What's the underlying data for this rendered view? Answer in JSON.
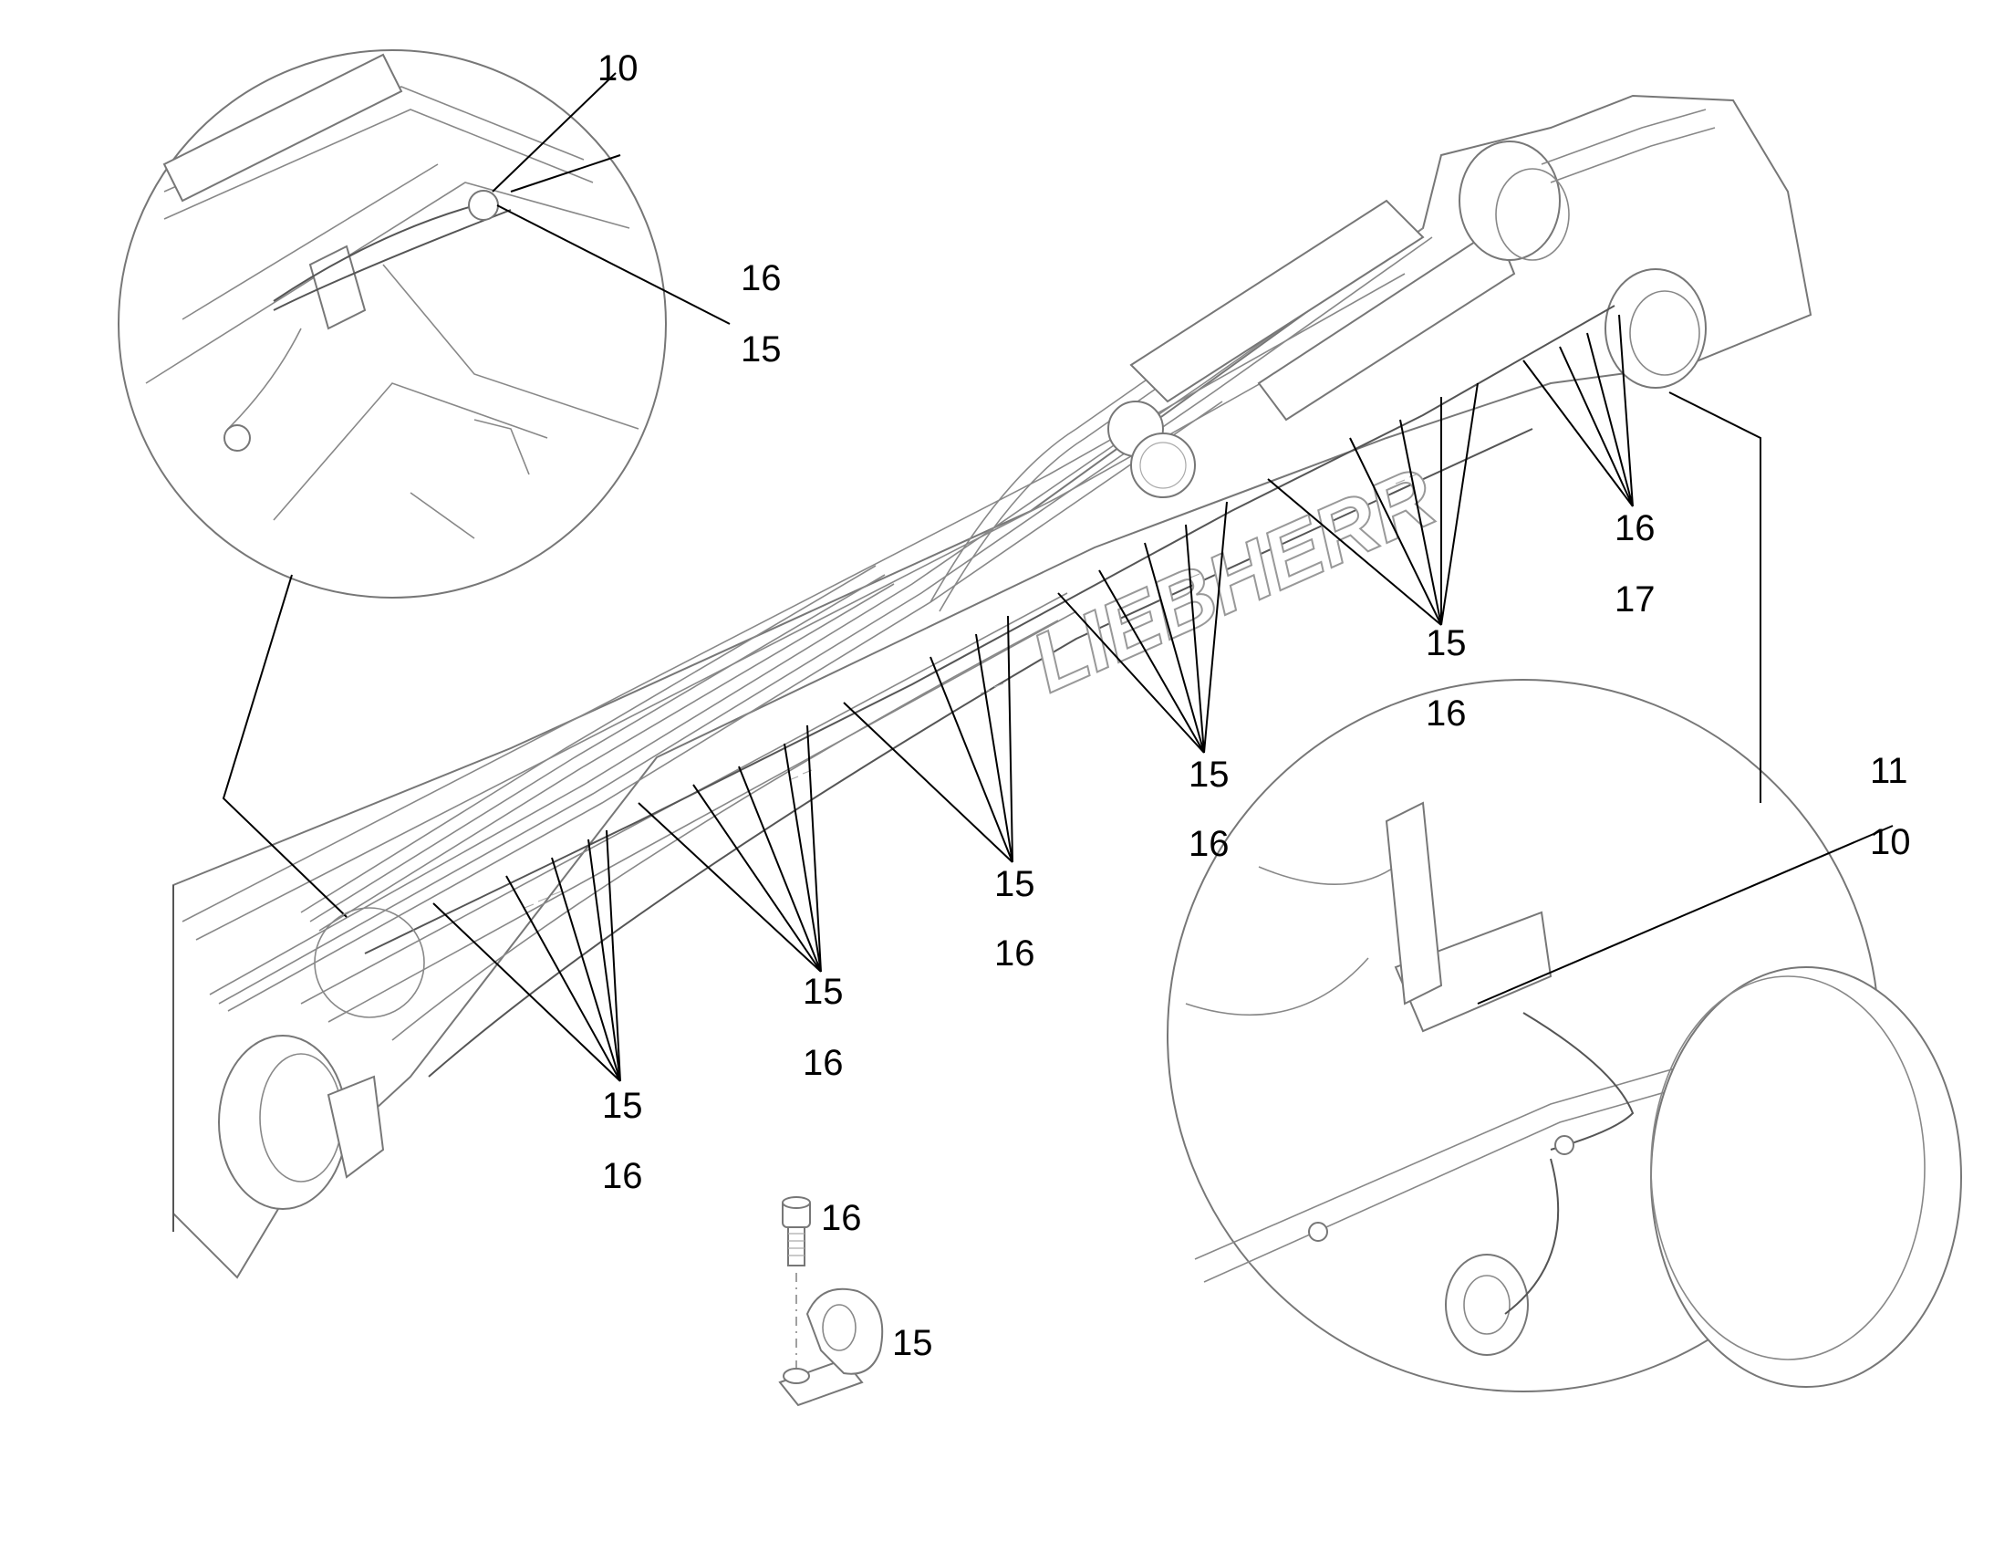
{
  "diagram": {
    "brand_marking": "LIEBHERR",
    "callouts": {
      "top_detail_10": "10",
      "top_detail_16": "16",
      "top_detail_15": "15",
      "clip_group_1_15": "15",
      "clip_group_1_16": "16",
      "clip_group_2_15": "15",
      "clip_group_2_16": "16",
      "clip_group_3_15": "15",
      "clip_group_3_16": "16",
      "clip_group_4_15": "15",
      "clip_group_4_16": "16",
      "clip_group_5_15": "15",
      "clip_group_5_16": "16",
      "end_group_16": "16",
      "end_group_17": "17",
      "bottom_detail_11": "11",
      "bottom_detail_10": "10",
      "screw_16": "16",
      "clamp_15": "15"
    }
  }
}
